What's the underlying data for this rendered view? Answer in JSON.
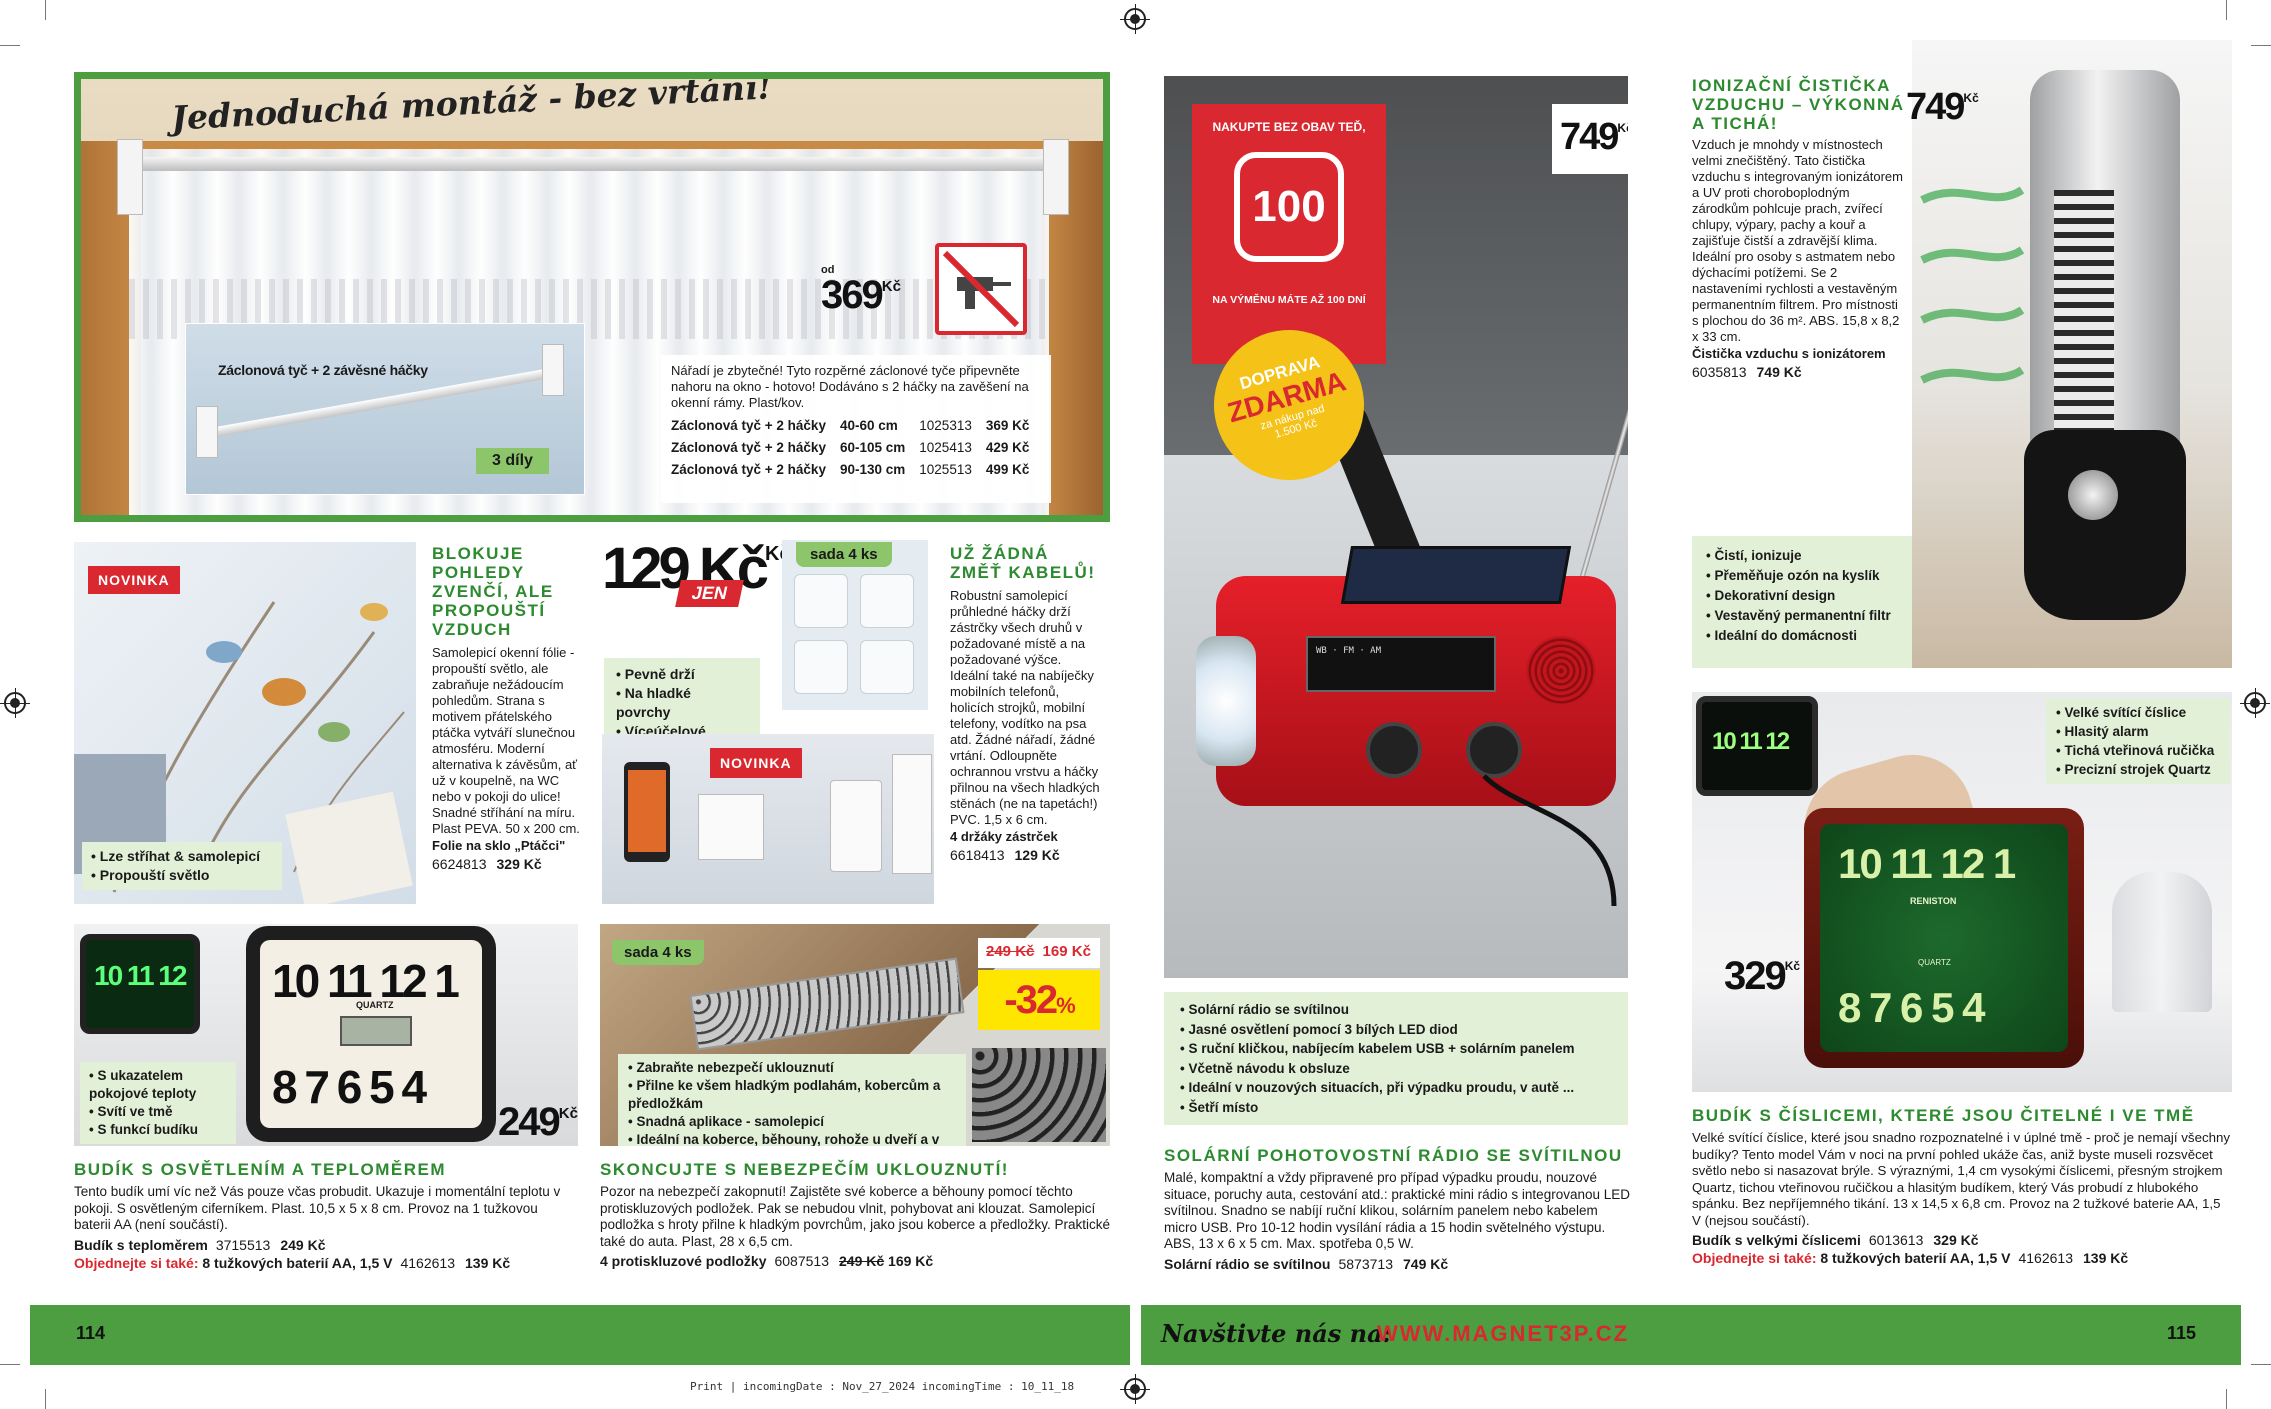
{
  "colors": {
    "accent_green": "#2c8a2f",
    "footer_green": "#4c9e40",
    "badge_red": "#d9282f",
    "box_green": "#e3f0d8"
  },
  "curtain": {
    "banner": "Jednoduchá montáž - bez vrtání!",
    "rod_label": "Záclonová tyč + 2 závěsné háčky",
    "parts_badge": "3 díly",
    "price_prefix": "od",
    "price": "369",
    "currency": "Kč",
    "no_drill_icon": "no-drill-icon",
    "description": "Nářadí je zbytečné! Tyto rozpěrné záclonové tyče připevněte nahoru na okno - hotovo! Dodáváno s 2 háčky na zavěšení na okenní rámy. Plast/kov.",
    "variants": [
      {
        "name": "Záclonová tyč + 2 háčky",
        "size": "40-60 cm",
        "code": "1025313",
        "price": "369 Kč"
      },
      {
        "name": "Záclonová tyč + 2 háčky",
        "size": "60-105 cm",
        "code": "1025413",
        "price": "429 Kč"
      },
      {
        "name": "Záclonová tyč + 2 háčky",
        "size": "90-130 cm",
        "code": "1025513",
        "price": "499 Kč"
      }
    ]
  },
  "foil": {
    "badge": "NOVINKA",
    "bullets": [
      "Lze stříhat & samolepicí",
      "Propouští světlo"
    ],
    "heading": "BLOKUJE POHLEDY ZVENČÍ, ALE PROPOUŠTÍ VZDUCH",
    "description": "Samolepicí okenní fólie - propouští světlo, ale zabraňuje nežádoucím pohledům. Strana s motivem přátelského ptáčka vytváří slunečnou atmosféru. Moderní alternativa k závěsům, ať už v koupelně, na WC nebo v pokoji do ulice! Snadné stříhání na míru. Plast PEVA. 50 x 200 cm.",
    "order_name": "Folie na sklo „Ptáčci\"",
    "code": "6624813",
    "price": "329 Kč"
  },
  "hooks": {
    "price": "129 Kč",
    "currency": "Kč",
    "price_tag": "JEN",
    "set_badge": "sada 4 ks",
    "bullets": [
      "Pevně drží",
      "Na hladké povrchy",
      "Víceúčelové"
    ],
    "badge": "NOVINKA",
    "heading": "UŽ ŽÁDNÁ ZMĚŤ KABELŮ!",
    "description": "Robustní samolepicí průhledné háčky drží zástrčky všech druhů v požadované místě a na požadované výšce. Ideální také na nabíječky mobilních telefonů, holicích strojků, mobilní telefony, vodítko na psa atd. Žádné nářadí, žádné vrtání. Odloupněte ochrannou vrstvu a háčky přilnou na všech hladkých stěnách (ne na tapetách!) PVC. 1,5 x 6 cm.",
    "order_name": "4 držáky zástrček",
    "code": "6618413"
  },
  "alarm_clock_1": {
    "bullets": [
      "S ukazatelem pokojové teploty",
      "Svítí ve tmě",
      "S funkcí budíku"
    ],
    "price": "249",
    "currency": "Kč",
    "clock_brand": "QUARTZ",
    "heading": "BUDÍK S OSVĚTLENÍM A TEPLOMĚREM",
    "description": "Tento budík umí víc než Vás pouze včas probudit. Ukazuje i momentální teplotu v pokoji. S osvětleným ciferníkem. Plast. 10,5 x 5 x 8 cm. Provoz na 1 tužkovou baterii AA (není součástí).",
    "order_name": "Budík s teploměrem",
    "code": "3715513",
    "order_price": "249 Kč",
    "also_label": "Objednejte si také:",
    "also_name": "8 tužkových baterií AA, 1,5 V",
    "also_code": "4162613",
    "also_price": "139 Kč"
  },
  "anti_slip": {
    "set_badge": "sada 4 ks",
    "old_price": "249 Kč",
    "new_price": "169 Kč",
    "discount": "-32",
    "discount_unit": "%",
    "bullets": [
      "Zabraňte nebezpečí uklouznutí",
      "Přilne ke všem hladkým podlahám, kobercům a předložkám",
      "Snadná aplikace - samolepicí",
      "Ideální na koberce, běhouny, rohože u dveří a v autě"
    ],
    "heading": "SKONCUJTE S NEBEZPEČÍM UKLOUZNUTÍ!",
    "description": "Pozor na nebezpečí zakopnutí! Zajistěte své koberce a běhouny pomocí těchto protiskluzových podložek. Pak se nebudou vlnit, pohybovat ani klouzat. Samolepicí podložka s hroty přilne k hladkým povrchům, jako jsou koberce a předložky. Praktické také do auta. Plast, 28 x 6,5 cm.",
    "order_name": "4 protiskluzové podložky",
    "code": "6087513",
    "order_old_price": "249 Kč",
    "order_price": "169 Kč"
  },
  "radio": {
    "promo_top": "NAKUPTE BEZ OBAV TEĎ,",
    "promo_number": "100",
    "promo_bottom": "NA VÝMĚNU MÁTE AŽ 100 DNÍ",
    "price": "749",
    "currency": "Kč",
    "shipping_1": "DOPRAVA",
    "shipping_2": "ZDARMA",
    "shipping_3": "za nákup nad",
    "shipping_4": "1.500 Kč",
    "bullets": [
      "Solární rádio se svítilnou",
      "Jasné osvětlení pomocí 3 bílých LED diod",
      "S ruční kličkou, nabíjecím kabelem USB + solárním panelem",
      "Včetně návodu k obsluze",
      "Ideální v nouzových situacích, při výpadku proudu, v autě ...",
      "Šetří místo"
    ],
    "heading": "SOLÁRNÍ POHOTOVOSTNÍ RÁDIO SE SVÍTILNOU",
    "description": "Malé, kompaktní a vždy připravené pro případ výpadku proudu, nouzové situace, poruchy auta, cestování atd.: praktické mini rádio s integrovanou LED svítilnou. Snadno se nabíjí ruční klikou, solárním panelem nebo kabelem micro USB. Pro 10-12 hodin vysílání rádia a 15 hodin světelného výstupu. ABS, 13 x 6 x 5 cm. Max. spotřeba 0,5 W.",
    "order_name": "Solární rádio se svítilnou",
    "code": "5873713",
    "order_price": "749 Kč"
  },
  "purifier": {
    "heading": "IONIZAČNÍ ČISTIČKA VZDUCHU – VÝKONNÁ A TICHÁ!",
    "price": "749",
    "currency": "Kč",
    "description": "Vzduch je mnohdy v místnostech velmi znečištěný. Tato čistička vzduchu s integrovaným ionizátorem a UV proti choroboplodným zárodkům pohlcuje prach, zvířecí chlupy, výpary, pachy a kouř a zajišťuje čistší a zdravější klima. Ideální pro osoby s astmatem nebo dýchacími potížemi. Se 2 nastaveními rychlosti a vestavěným permanentním filtrem. Pro místnosti s plochou do 36 m². ABS. 15,8 x 8,2 x 33 cm.",
    "order_name": "Čistička vzduchu s ionizátorem",
    "code": "6035813",
    "order_price": "749 Kč",
    "bullets": [
      "Čistí, ionizuje",
      "Přeměňuje ozón na kyslík",
      "Dekorativní design",
      "Vestavěný permanentní filtr",
      "Ideální do domácnosti"
    ]
  },
  "alarm_clock_2": {
    "bullets": [
      "Velké svítící číslice",
      "Hlasitý alarm",
      "Tichá vteřinová ručička",
      "Precizní strojek Quartz"
    ],
    "price": "329",
    "currency": "Kč",
    "clock_brand": "RENISTON",
    "clock_quartz": "QUARTZ",
    "heading": "BUDÍK S ČÍSLICEMI, KTERÉ JSOU ČITELNÉ I VE TMĚ",
    "description": "Velké svítící číslice, které jsou snadno rozpoznatelné i v úplné tmě - proč je nemají všechny budíky? Tento model Vám v noci na první pohled ukáže čas, aniž byste museli rozsvěcet světlo nebo si nasazovat brýle. S výraznými, 1,4 cm vysokými číslicemi, přesným strojkem Quartz, tichou vteřinovou ručičkou a hlasitým budíkem, který Vás probudí z hlubokého spánku. Bez nepříjemného tikání. 13 x 14,5 x 6,8 cm. Provoz na 2 tužkové baterie AA, 1,5 V (nejsou součástí).",
    "order_name": "Budík s velkými číslicemi",
    "code": "6013613",
    "order_price": "329 Kč",
    "also_label": "Objednejte si také:",
    "also_name": "8 tužkových baterií AA, 1,5 V",
    "also_code": "4162613",
    "also_price": "139 Kč"
  },
  "footer": {
    "page_left": "114",
    "page_right": "115",
    "visit_label": "Navštivte nás na:",
    "website": "WWW.MAGNET3P.CZ",
    "print_line": "Print | incomingDate : Nov_27_2024 incomingTime : 10_11_18"
  }
}
